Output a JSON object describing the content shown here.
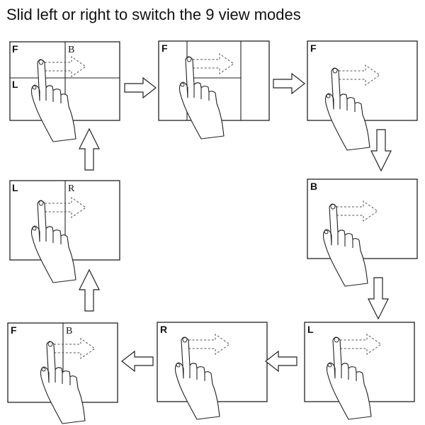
{
  "title": "Slid left or right to switch the 9 view modes",
  "panels": [
    {
      "id": "p1",
      "labels": [
        "F",
        "B",
        "L"
      ]
    },
    {
      "id": "p2",
      "labels": [
        "F"
      ]
    },
    {
      "id": "p3",
      "labels": [
        "F"
      ]
    },
    {
      "id": "p4",
      "labels": [
        "B"
      ]
    },
    {
      "id": "p5",
      "labels": [
        "L"
      ]
    },
    {
      "id": "p6",
      "labels": [
        "R"
      ]
    },
    {
      "id": "p7",
      "labels": [
        "F",
        "B"
      ]
    },
    {
      "id": "p8",
      "labels": [
        "L",
        "R"
      ]
    }
  ],
  "colors": {
    "line": "#222222",
    "background": "#ffffff"
  },
  "icons": {
    "hand": "pointing-hand-icon",
    "swipe": "dashed-swipe-arrow-icon",
    "flow": "hollow-flow-arrow-icon"
  }
}
